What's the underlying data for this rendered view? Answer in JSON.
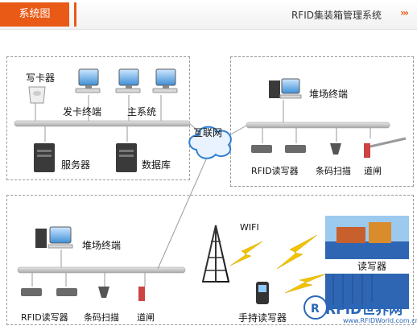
{
  "header": {
    "tab_label": "系统图",
    "system_title": "RFID集装箱管理系统",
    "chevron_glyph": "›››"
  },
  "labels": {
    "card_writer": "写卡器",
    "issue_terminal": "发卡终端",
    "main_system": "主系统",
    "server": "服务器",
    "database": "数据库",
    "internet": "互联网",
    "yard_terminal_top": "堆场终端",
    "rfid_reader_top": "RFID读写器",
    "barcode_scan_top": "条码扫描",
    "gate_top": "道闸",
    "yard_terminal_bottom": "堆场终端",
    "wifi": "WIFI",
    "reader_writer": "读写器",
    "rfid_reader_bottom": "RFID读写器",
    "barcode_scan_bottom": "条码扫描",
    "gate_bottom": "道闸",
    "handheld_reader": "手持读写器"
  },
  "watermark": {
    "logo": "RFID世界网",
    "url": "www.RFIDWorld.com.cn"
  },
  "colors": {
    "accent": "#e95a17",
    "bus": "#b8b8b8",
    "cloud": "#2e7fd0",
    "lightning": "#f2c400",
    "container": "#2f66b3"
  }
}
